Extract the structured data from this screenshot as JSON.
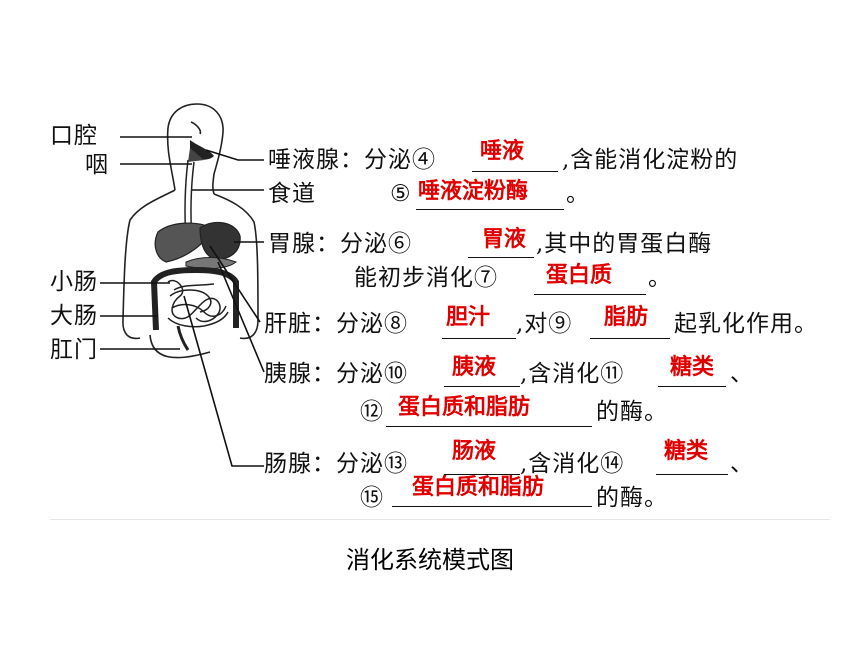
{
  "organs": {
    "mouth": "口腔",
    "pharynx": "咽",
    "small_intestine": "小肠",
    "large_intestine": "大肠",
    "anus": "肛门"
  },
  "rows": {
    "salivary": {
      "prefix": "唾液腺：分泌④",
      "answer": "唾液",
      "suffix": ",含能消化淀粉的"
    },
    "salivary2": {
      "prefix": "⑤",
      "answer": "唾液淀粉酶",
      "suffix": "。"
    },
    "esophagus": {
      "label": "食道"
    },
    "gastric": {
      "prefix": "胃腺：分泌⑥",
      "answer": "胃液",
      "suffix": ",其中的胃蛋白酶"
    },
    "gastric2": {
      "prefix": "能初步消化⑦",
      "answer": "蛋白质",
      "suffix": "。"
    },
    "liver": {
      "prefix": "肝脏：分泌⑧",
      "answer": "胆汁",
      "mid": ",对⑨",
      "answer2": "脂肪",
      "suffix": "起乳化作用。"
    },
    "pancreas": {
      "prefix": "胰腺：分泌⑩",
      "answer": "胰液",
      "mid": ",含消化⑪",
      "answer2": "糖类",
      "suffix": "、"
    },
    "pancreas2": {
      "prefix": "⑫",
      "answer": "蛋白质和脂肪",
      "suffix": "的酶。"
    },
    "intestinal": {
      "prefix": "肠腺：分泌⑬",
      "answer": "肠液",
      "mid": ",含消化⑭",
      "answer2": "糖类",
      "suffix": "、"
    },
    "intestinal2": {
      "prefix": "⑮",
      "answer": "蛋白质和脂肪",
      "suffix": "的酶。"
    }
  },
  "caption": "消化系统模式图",
  "colors": {
    "answer": "#e00000",
    "text": "#111111"
  }
}
